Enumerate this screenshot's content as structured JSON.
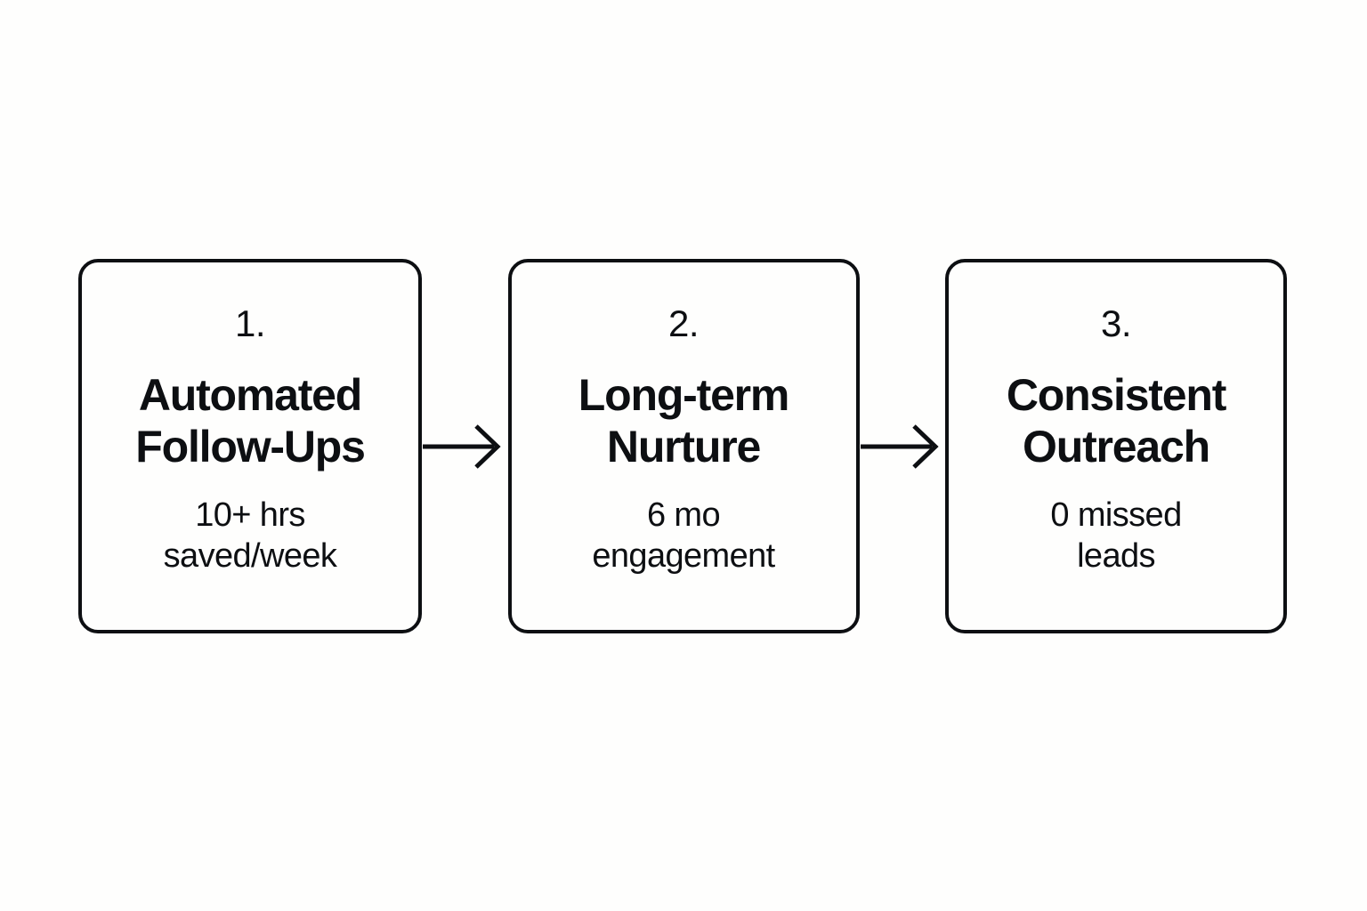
{
  "diagram": {
    "type": "process-flow",
    "orientation": "horizontal",
    "background_color": "#FEFEFD",
    "stroke_color": "#0D0F12",
    "text_color": "#0D0F12",
    "steps": [
      {
        "number": "1.",
        "title": "Automated\nFollow-Ups",
        "metric": "10+ hrs\nsaved/week"
      },
      {
        "number": "2.",
        "title": "Long-term\nNurture",
        "metric": "6 mo\nengagement"
      },
      {
        "number": "3.",
        "title": "Consistent\nOutreach",
        "metric": "0 missed\nleads"
      }
    ],
    "connectors": [
      {
        "from": "1.",
        "to": "2.",
        "style": "arrow-right"
      },
      {
        "from": "2.",
        "to": "3.",
        "style": "arrow-right"
      }
    ]
  }
}
